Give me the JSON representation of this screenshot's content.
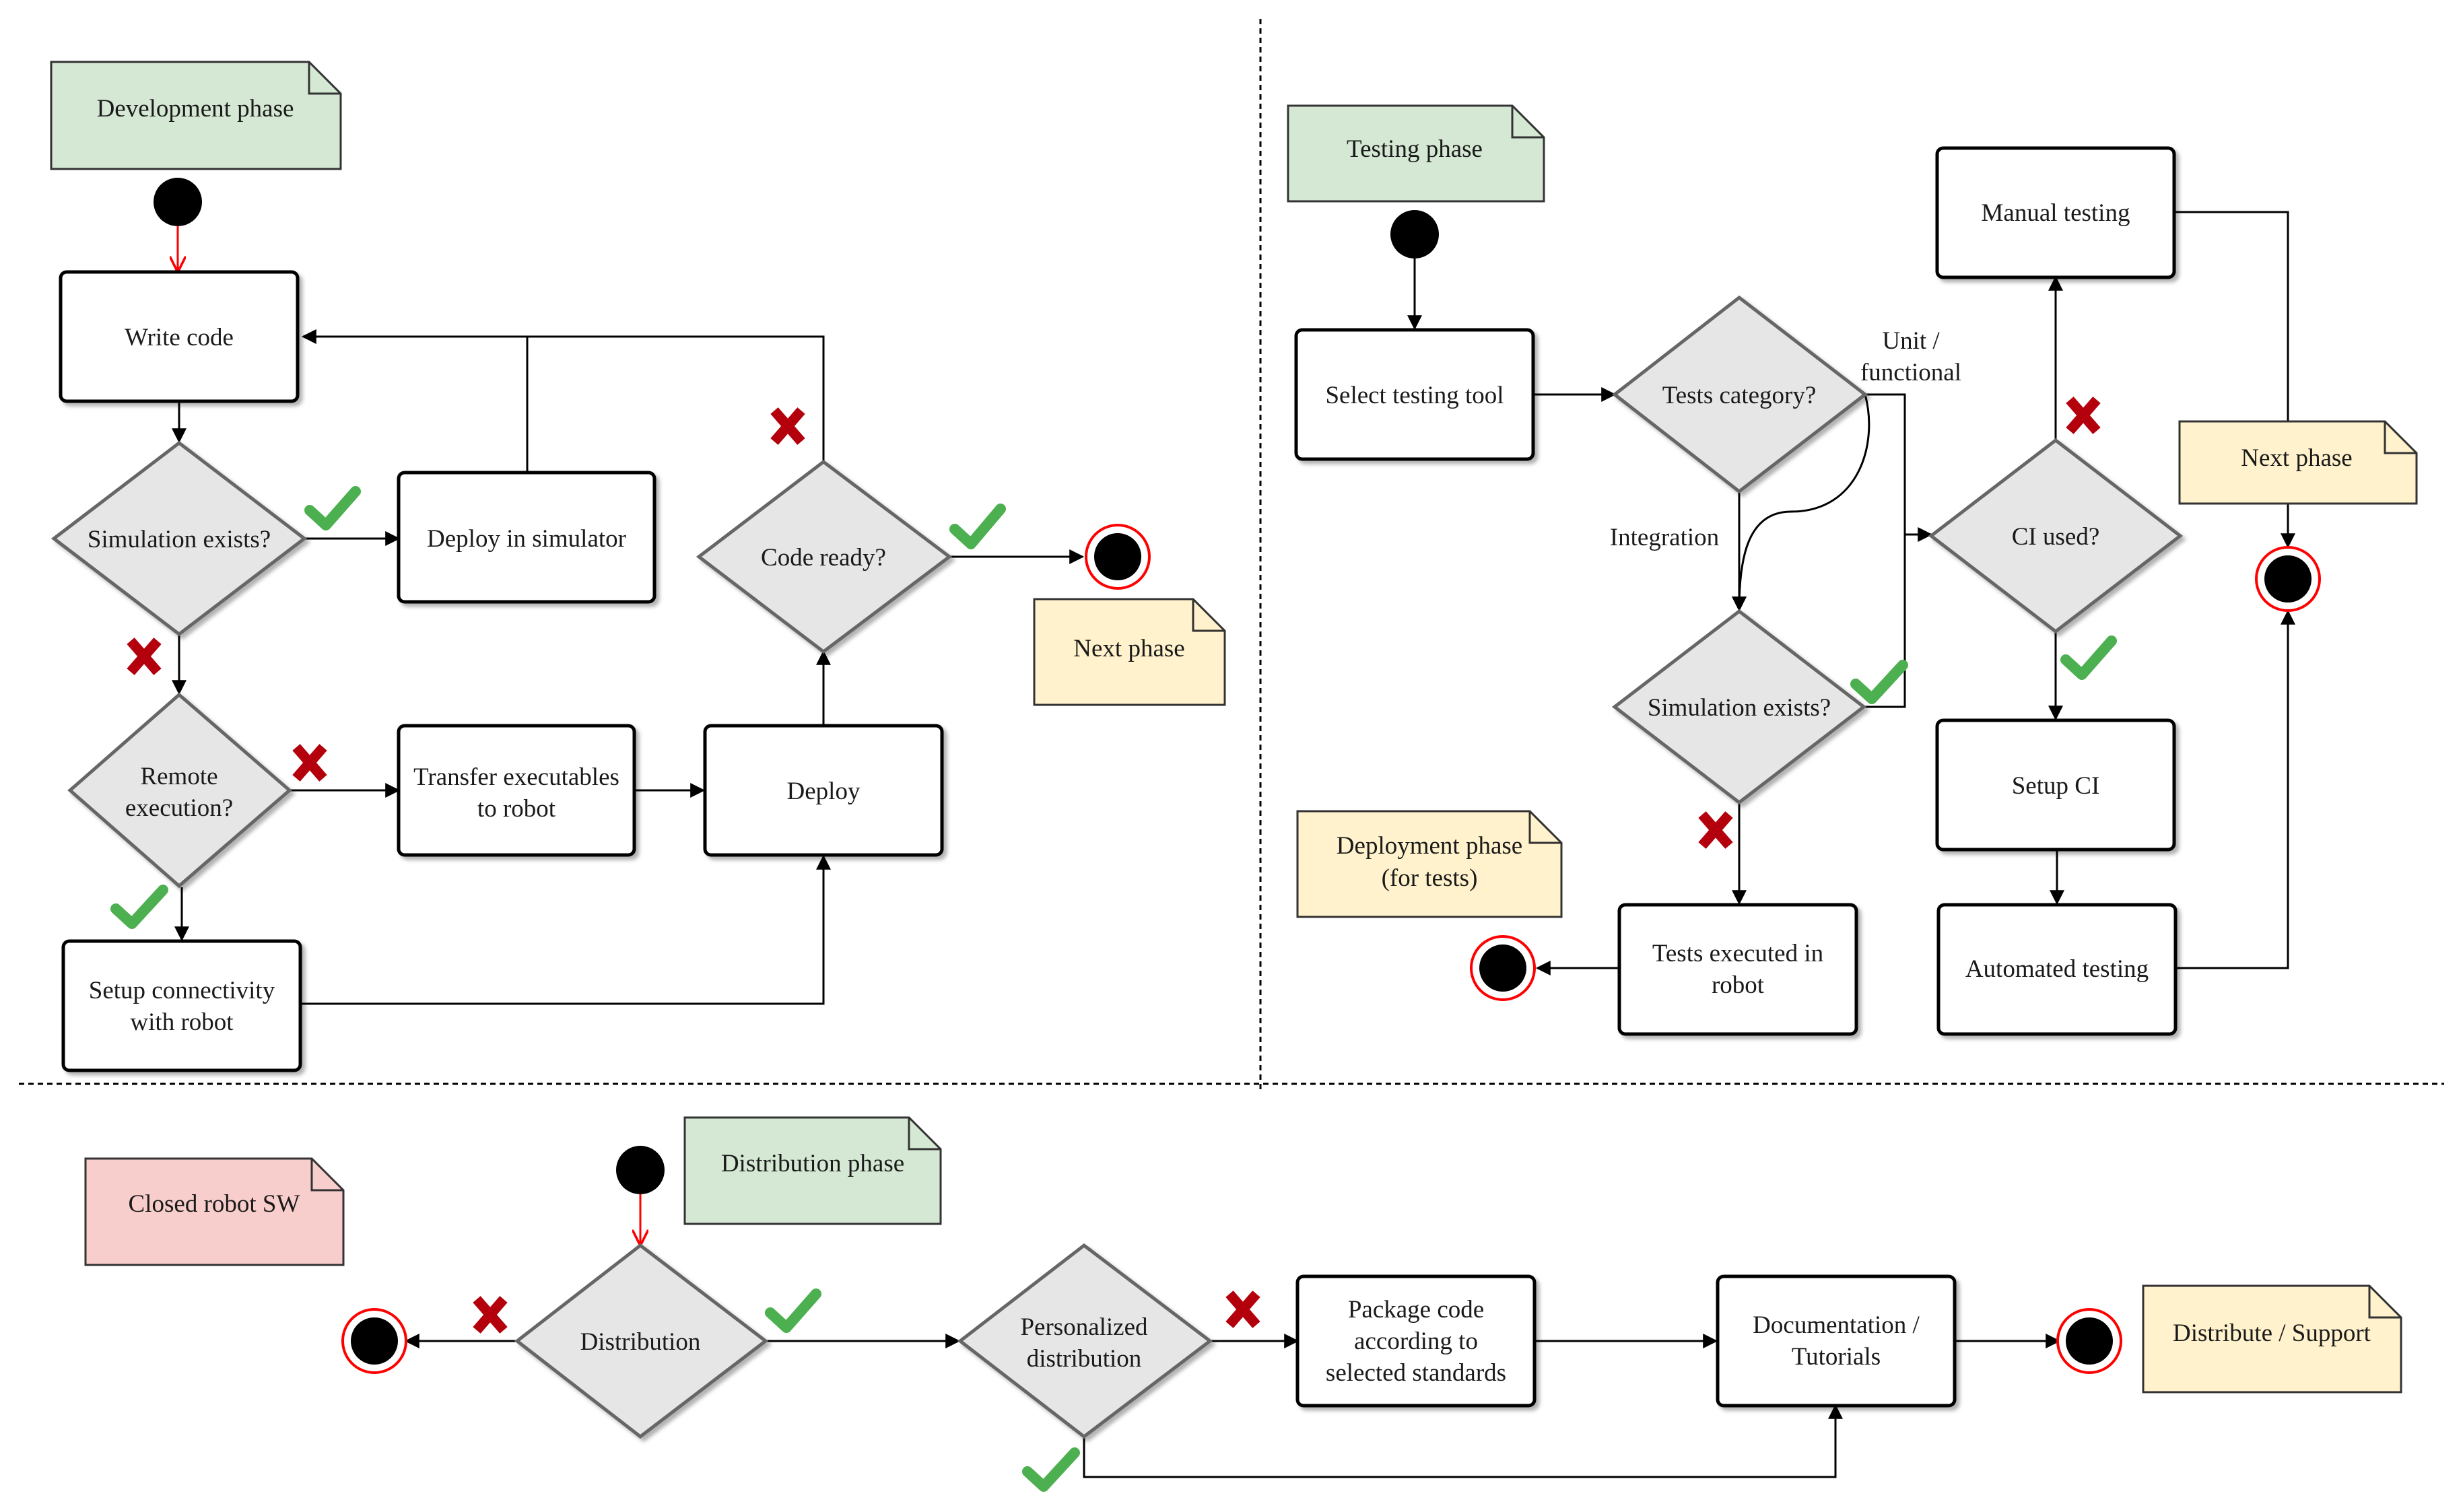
{
  "notes": {
    "development_phase": "Development phase",
    "testing_phase": "Testing phase",
    "distribution_phase": "Distribution phase",
    "next_phase_dev": "Next phase",
    "next_phase_test": "Next phase",
    "deployment_phase_line1": "Deployment phase",
    "deployment_phase_line2": "(for tests)",
    "closed_robot_sw": "Closed robot SW",
    "distribute_support": "Distribute / Support"
  },
  "development": {
    "write_code": "Write code",
    "simulation_exists": "Simulation exists?",
    "deploy_in_simulator": "Deploy in simulator",
    "code_ready": "Code ready?",
    "remote_execution_line1": "Remote",
    "remote_execution_line2": "execution?",
    "transfer_line1": "Transfer executables",
    "transfer_line2": "to robot",
    "deploy": "Deploy",
    "setup_connectivity_line1": "Setup connectivity",
    "setup_connectivity_line2": "with robot"
  },
  "testing": {
    "select_testing_tool": "Select testing tool",
    "tests_category": "Tests category?",
    "unit_functional_line1": "Unit /",
    "unit_functional_line2": "functional",
    "integration": "Integration",
    "simulation_exists": "Simulation exists?",
    "tests_executed_line1": "Tests executed in",
    "tests_executed_line2": "robot",
    "manual_testing": "Manual testing",
    "ci_used": "CI used?",
    "setup_ci": "Setup CI",
    "automated_testing": "Automated testing"
  },
  "distribution": {
    "distribution": "Distribution",
    "personalized_line1": "Personalized",
    "personalized_line2": "distribution",
    "package_line1": "Package code",
    "package_line2": "according to",
    "package_line3": "selected standards",
    "documentation_line1": "Documentation /",
    "documentation_line2": "Tutorials"
  },
  "colors": {
    "phase_note": "#d5e8d4",
    "next_note": "#fff2cc",
    "closed_note": "#f8cecc",
    "decision_fill": "#e6e6e6",
    "yes_mark": "#4caf50",
    "no_mark": "#b3000c",
    "start_arrow": "#ff0000"
  }
}
